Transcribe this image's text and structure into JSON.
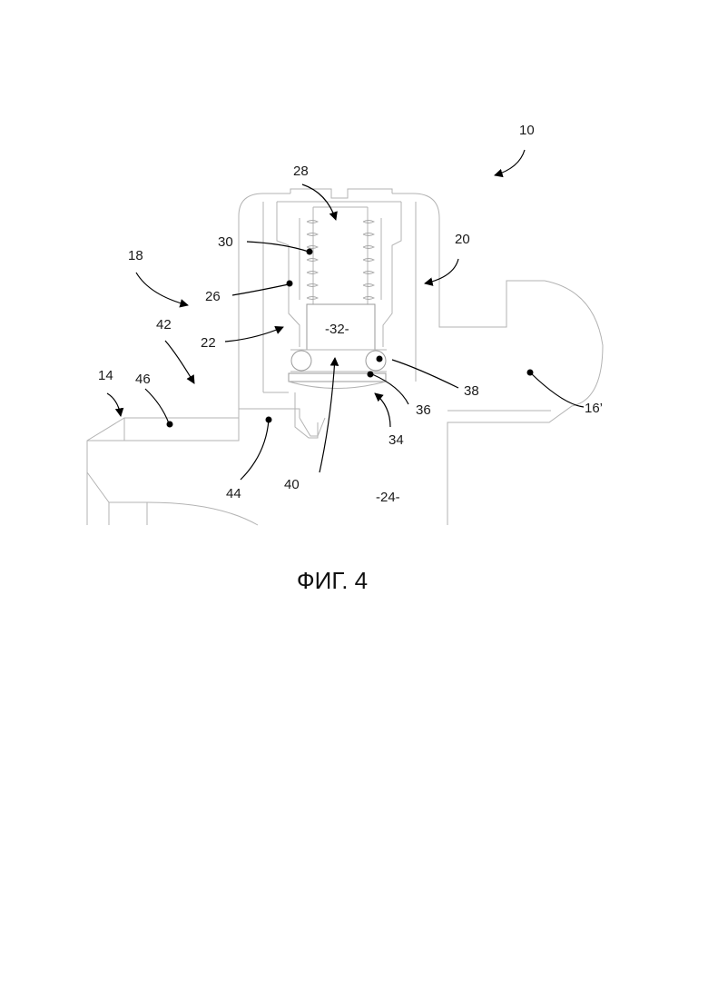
{
  "figure": {
    "caption": "ФИГ. 4"
  },
  "labels": {
    "l10": "10",
    "l14": "14",
    "l16": "16’",
    "l18": "18",
    "l20": "20",
    "l22": "22",
    "l24": "-24-",
    "l26": "26",
    "l28": "28",
    "l30": "30",
    "l32": "-32-",
    "l34": "34",
    "l36": "36",
    "l38": "38",
    "l40": "40",
    "l42": "42",
    "l44": "44",
    "l46": "46"
  },
  "colors": {
    "line": "#b3b3b3",
    "leader": "#000000",
    "text": "#1a1a1a"
  }
}
